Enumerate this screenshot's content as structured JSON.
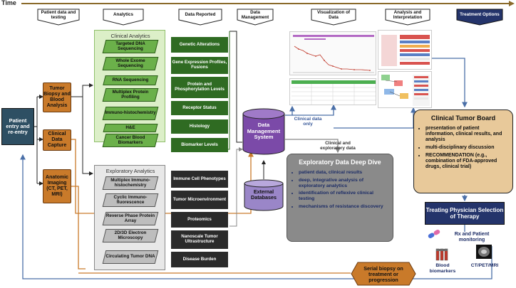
{
  "time_label": "Time",
  "headers": [
    "Patient data and testing",
    "Analytics",
    "Data Reported",
    "Data Management",
    "Visualization of Data",
    "Analysis and Interpretation",
    "Treatment Options"
  ],
  "patient_entry": "Patient entry and re-entry",
  "orange_boxes": [
    "Tumor Biopsy and Blood Analysis",
    "Clinical Data Capture",
    "Anatomic Imaging (CT, PET, MRI)"
  ],
  "clinical_analytics": {
    "title": "Clinical Analytics",
    "items": [
      "Targeted DNA Sequencing",
      "Whole Exome Sequencing",
      "RNA Sequencing",
      "Multiplex Protein Profiling",
      "Immuno-histochemistry",
      "H&E",
      "Cancer Blood Biomarkers"
    ]
  },
  "exploratory_analytics": {
    "title": "Exploratory Analytics",
    "items": [
      "Multiplex Immuno-histochemistry",
      "Cyclic Immuno-fluorescence",
      "Reverse Phase Protein Array",
      "2D/3D Electron Microscopy",
      "Circulating Tumor DNA"
    ]
  },
  "clinical_reported": [
    "Genetic Alterations",
    "Gene Expression Profiles, Fusions",
    "Protein and Phosphorylation Levels",
    "Receptor Status",
    "Histology",
    "Biomarker Levels"
  ],
  "exploratory_reported": [
    "Immune Cell Phenotypes",
    "Tumor Microenvironment",
    "Proteomics",
    "Nanoscale Tumor Ultrastructure",
    "Disease Burden"
  ],
  "data_management_system": "Data Management System",
  "external_databases": "External Databases",
  "clinical_data_only": "Clinical data only",
  "clinical_and_exploratory": "Clinical and exploratory data",
  "deep_dive": {
    "title": "Exploratory Data Deep Dive",
    "items": [
      "patient data, clinical results",
      "deep, integrative analysis of exploratory analytics",
      "identification of reflexive clinical testing",
      "mechanisms of resistance discovery"
    ]
  },
  "tumor_board": {
    "title": "Clinical Tumor Board",
    "items": [
      "presentation of patient information, clinical results, and analysis",
      "multi-disciplinary discussion",
      "RECOMMENDATION (e.g., combination of FDA-approved drugs, clinical trial)"
    ]
  },
  "treating_physician": "Treating Physician Selection of Therapy",
  "rx_monitoring": "Rx and Patient monitoring",
  "blood_biomarkers": "Blood biomarkers",
  "ct_pet_mri": "CT/PET/MRI",
  "serial_biopsy": "Serial biopsy on treatment or progression",
  "colors": {
    "orange": "#c97a2a",
    "green": "#6bb04a",
    "dark_green": "#2f6b22",
    "navy": "#24346b",
    "purple": "#8a5fb3",
    "tan": "#e8c99a",
    "blue_arrow": "#4a6fa8",
    "orange_arrow": "#c97a2a"
  }
}
